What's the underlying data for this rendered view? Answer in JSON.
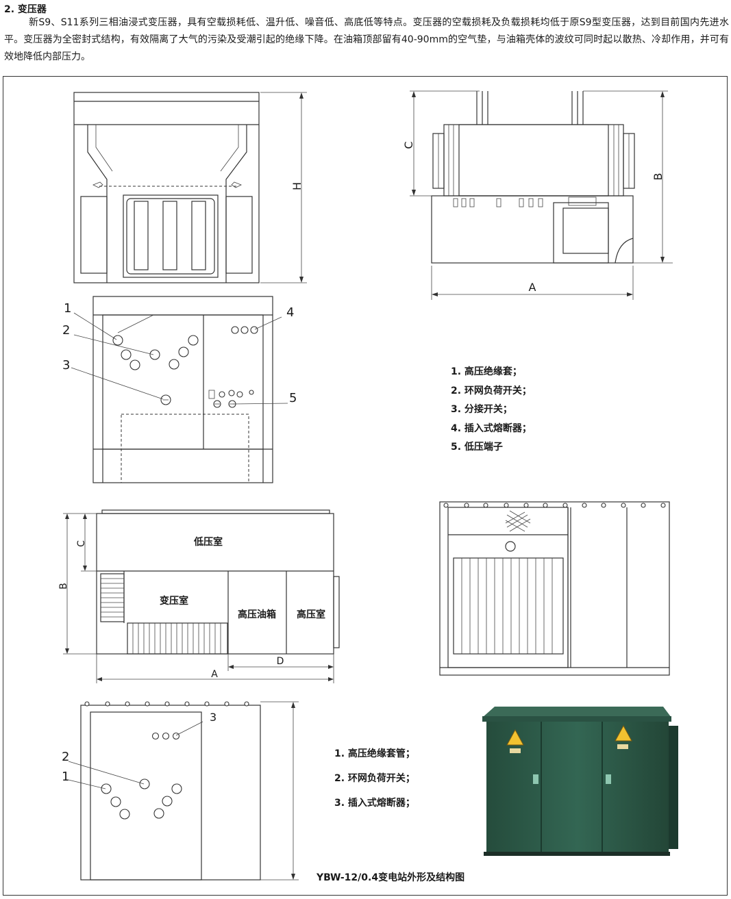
{
  "section_title": "2. 变压器",
  "intro_text": "新S9、S11系列三相油浸式变压器，具有空载损耗低、温升低、噪音低、高底低等特点。变压器的空载损耗及负载损耗均低于原S9型变压器，达到目前国内先进水平。变压器为全密封式结构，有效隔离了大气的污染及受潮引起的绝缘下降。在油箱顶部留有40-90mm的空气垫，与油箱壳体的波纹可同时起以散热、冷却作用，并可有效地降低内部压力。",
  "dims": {
    "H": "H",
    "A": "A",
    "B": "B",
    "C": "C",
    "D": "D"
  },
  "callouts": {
    "n1": "1",
    "n2": "2",
    "n3": "3",
    "n4": "4",
    "n5": "5"
  },
  "legend_top": [
    "1. 高压绝缘套；",
    "2. 环网负荷开关；",
    "3. 分接开关；",
    "4. 插入式熔断器；",
    "5. 低压端子"
  ],
  "plan": {
    "low_voltage_room": "低压室",
    "transformer_room": "变压室",
    "hv_oil_tank": "高压油箱",
    "hv_room": "高压室"
  },
  "legend_bottom": [
    "1. 高压绝缘套管；",
    "2. 环网负荷开关；",
    "3. 插入式熔断器；"
  ],
  "caption": "YBW-12/0.4变电站外形及结构图",
  "colors": {
    "cabinet_green": "#2e5a48",
    "warning_yellow": "#f2c230"
  }
}
